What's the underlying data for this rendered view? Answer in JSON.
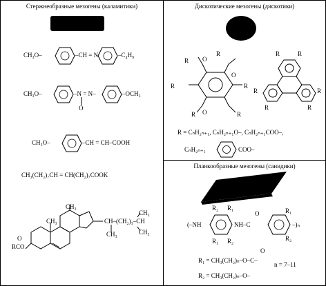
{
  "left": {
    "title": "Стержнеобразные мезогены (каламитики)",
    "f1": {
      "a": "CH₃O–",
      "b": "–CH = N",
      "c": "–C₄H₉"
    },
    "f2": {
      "a": "CH₃O–",
      "b": "–N = N–",
      "c": "–OCH₃",
      "d": "O"
    },
    "f3": {
      "a": "CH₃O–",
      "b": "–CH = CH–COOH"
    },
    "f4": "CH₃(CH₂)₇CH = CH(CH₂)₇COOK",
    "chol": {
      "ch3a": "CH₃",
      "ch3b": "CH₃",
      "chain": "CH–(CH₂)₃–CH",
      "ch3c": "CH₃",
      "ch3d": "CH₃",
      "ch3e": "CH₃",
      "rco": "RCO",
      "o": "O"
    }
  },
  "right_top": {
    "title": "Дискотические мезогены (дискотики)",
    "r": "R",
    "o": "O",
    "def1": "R = CₙH₂ₙ₊₁, CₙH₂ₙ₊₁O–, CₙH₂ₙ₊₁COO–,",
    "def2a": "CₙH₂ₙ₊₁",
    "def2b": "COO–"
  },
  "right_bottom": {
    "title": "Планкообразные мезогены (санидики)",
    "r1": "R₁",
    "r2": "R₂",
    "nh1": "(–NH",
    "nh2": "NH–C",
    "o": "O",
    "tail": "–)ₙ",
    "def1a": "R₁ = CH₃(CH₂)ₙ–O–C–",
    "def1b": "n = 7–11",
    "def2": "R₂ = CH₃(CH₂)ₙ–O–"
  }
}
